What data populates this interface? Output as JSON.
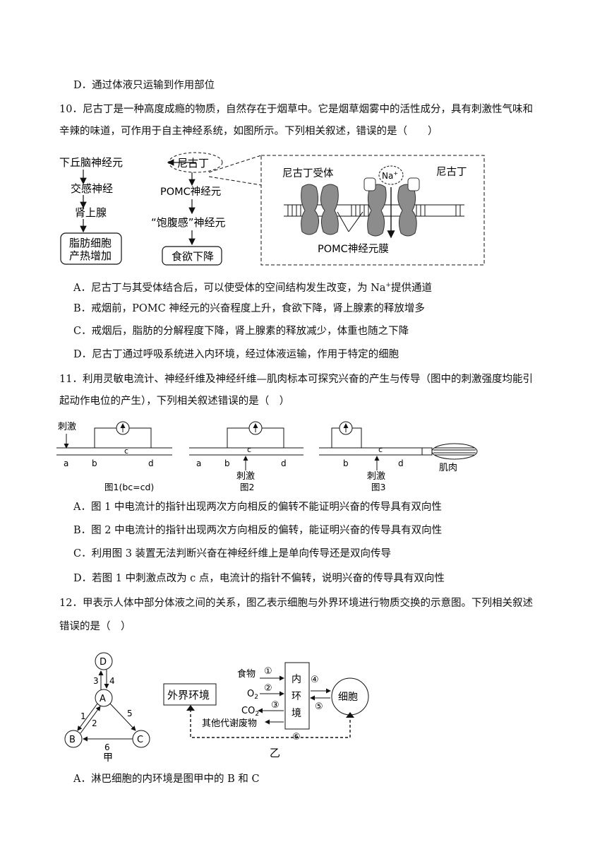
{
  "q9": {
    "option_d": "D．通过体液只运输到作用部位"
  },
  "q10": {
    "stem_line1": "10．尼古丁是一种高度成瘾的物质，自然存在于烟草中。它是烟草烟雾中的活性成分，具有刺激性气味和",
    "stem_line2": "辛辣的味道，可作用于自主神经系统，如图所示。下列相关叙述，错误的是（　　）",
    "figure": {
      "hypothalamus": "下丘脑神经元",
      "nicotine": "尼古丁",
      "sympathetic": "交感神经",
      "adrenal": "肾上腺",
      "fat_line1": "脂肪细胞",
      "fat_line2": "产热增加",
      "pomc": "POMC神经元",
      "satiety": "“饱腹感”神经元",
      "appetite": "食欲下降",
      "receptor": "尼古丁受体",
      "nicotine2": "尼古丁",
      "na_ion": "Na",
      "na_plus": "+",
      "membrane": "POMC神经元膜"
    },
    "option_a_pre": "A．尼古丁与其受体结合后，可以使受体的空间结构发生改变，为 Na",
    "option_a_sup": "+",
    "option_a_post": "提供通道",
    "option_b": "B．戒烟前，POMC 神经元的兴奋程度上升，食欲下降，肾上腺素的释放增多",
    "option_c": "C．戒烟后，脂肪的分解程度下降，肾上腺素的释放减少，体重也随之下降",
    "option_d": "D．尼古丁通过呼吸系统进入内环境，经过体液运输，作用于特定的细胞"
  },
  "q11": {
    "stem_line1": "11．利用灵敏电流计、神经纤维及神经纤维—肌肉标本可探究兴奋的产生与传导（图中的刺激强度均能引",
    "stem_line2": "起动作电位的产生），下列相关叙述错误的是（　）",
    "figure": {
      "stim": "刺激",
      "a": "a",
      "b": "b",
      "c": "c",
      "d": "d",
      "cap1": "图1(bc=cd)",
      "cap2": "图2",
      "cap3": "图3",
      "muscle": "肌肉"
    },
    "option_a": "A．图 1 中电流计的指针出现两次方向相反的偏转不能证明兴奋的传导具有双向性",
    "option_b": "B．图 2 中电流计的指针出现两次方向相反的偏转，能证明兴奋的传导具有双向性",
    "option_c": "C．利用图 3 装置无法判断兴奋在神经纤维上是单向传导还是双向传导",
    "option_d": "D．若图 1 中刺激点改为 c 点，电流计的指针不偏转，说明兴奋的传导具有双向性"
  },
  "q12": {
    "stem_line1": "12．甲表示人体中部分体液之间的关系，图乙表示细胞与外界环境进行物质交换的示意图。下列相关叙述",
    "stem_line2": "错误的是（　）",
    "figure": {
      "A": "A",
      "B": "B",
      "C": "C",
      "D": "D",
      "n1": "1",
      "n2": "2",
      "n3": "3",
      "n4": "4",
      "n5": "5",
      "n6": "6",
      "jia": "甲",
      "yi": "乙",
      "external": "外界环境",
      "food": "食物",
      "o2": "O",
      "o2_sub": "2",
      "co2": "CO",
      "co2_sub": "2",
      "waste": "其他代谢废物",
      "internal1": "内",
      "internal2": "环",
      "internal3": "境",
      "cell": "细胞",
      "c1": "①",
      "c2": "②",
      "c3": "③",
      "c4": "④",
      "c5": "⑤",
      "c6": "⑥"
    },
    "option_a": "A．淋巴细胞的内环境是图甲中的 B 和 C"
  }
}
